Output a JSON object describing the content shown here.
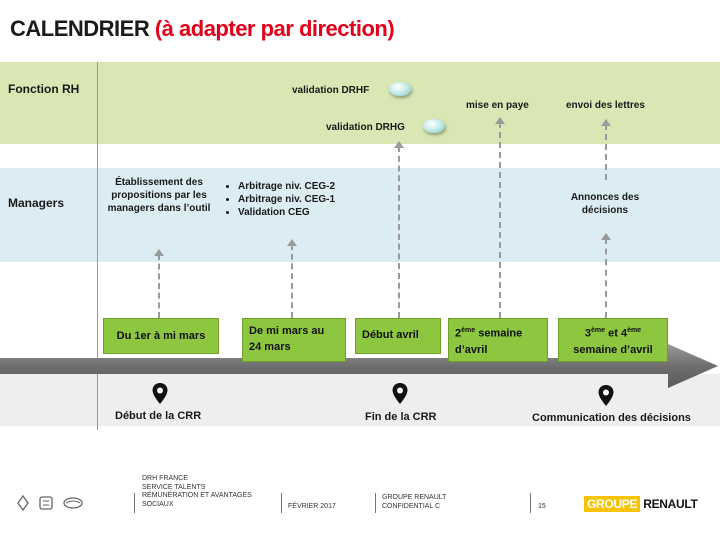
{
  "title": {
    "main": "CALENDRIER ",
    "accent": "(à adapter par direction)"
  },
  "rows": {
    "rh": "Fonction RH",
    "managers": "Managers"
  },
  "rh_events": {
    "validation_drhf": "validation DRHF",
    "validation_drhg": "validation DRHG",
    "mise_en_paye": "mise en paye",
    "envoi_lettres": "envoi des lettres"
  },
  "managers_notes": {
    "etablissement": "Établissement des propositions par les managers dans l’outil",
    "arbitrage_items": [
      "Arbitrage niv. CEG-2",
      "Arbitrage niv. CEG-1",
      "Validation CEG"
    ],
    "annonces": "Annonces des décisions"
  },
  "timeline": {
    "box1": "Du 1er à mi mars",
    "box2": "De mi mars au 24 mars",
    "box3": "Début avril",
    "box4_num": "2",
    "box4_sup": "ème",
    "box4_rest1": " semaine",
    "box4_rest2": "d’avril",
    "box5_num1": "3",
    "box5_sup1": "ème",
    "box5_mid": " et 4",
    "box5_sup2": "ème",
    "box5_rest": "semaine d’avril"
  },
  "milestones": {
    "debut_crr": "Début de la CRR",
    "fin_crr": "Fin de la CRR",
    "communication": "Communication des décisions"
  },
  "footer": {
    "org_lines": [
      "DRH FRANCE",
      "SERVICE TALENTS",
      "RÉMUNÉRATION ET AVANTAGES",
      "SOCIAUX"
    ],
    "date": "FÉVRIER 2017",
    "company_lines": [
      "GROUPE RENAULT",
      "CONFIDENTIAL C"
    ],
    "page": "15",
    "logo": "GROUPE RENAULT"
  },
  "colors": {
    "accent": "#e2001a",
    "green_box": "#8dc63f",
    "rh_band": "#d9e7b4",
    "managers_band": "#dbecf3",
    "logo_yellow": "#f8c300"
  }
}
